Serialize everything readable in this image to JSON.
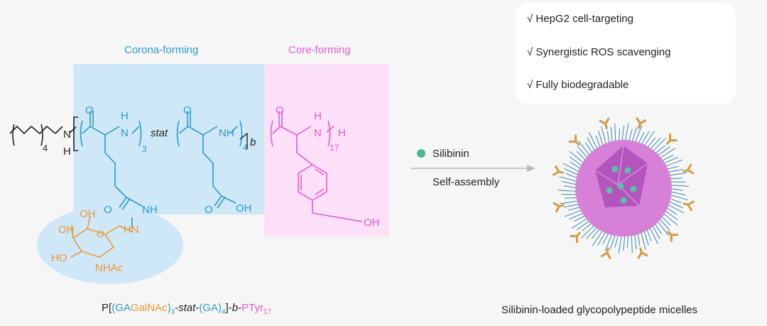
{
  "labels": {
    "corona": "Corona-forming",
    "core": "Core-forming",
    "silibinin": "Silibinin",
    "self_assembly": "Self-assembly",
    "micelle_caption": "Silibinin-loaded glycopolypeptide micelles"
  },
  "properties": [
    "√ HepG2 cell-targeting",
    "√  Synergistic ROS scavenging",
    "√  Fully biodegradable"
  ],
  "formula": {
    "p_open": "P[",
    "paren_open": "(",
    "ga": "GA",
    "galnac": "GalNAc",
    "paren_close": ")",
    "sub3": "3",
    "dash1": "-",
    "stat": "stat",
    "dash2": "-",
    "ga4": "(GA)",
    "sub4": "4",
    "close_b": "]-",
    "b": "b",
    "dash3": "-",
    "ptyr": "PTyr",
    "sub17": "17"
  },
  "structure": {
    "n4": "4",
    "N": "N",
    "H": "H",
    "O": "O",
    "sub3": "3",
    "stat": "stat",
    "sub4": "4",
    "b": "b",
    "sub17": "17",
    "OH": "OH",
    "NH": "NH",
    "HN": "HN",
    "HO": "HO",
    "NHAc": "NHAc"
  },
  "colors": {
    "blue": "#2b9cc4",
    "pink": "#e25bd2",
    "orange": "#e79a3b",
    "corona_bg": "#cfe8f7",
    "core_bg": "#fbe0f7",
    "teal_dot": "#4fb596"
  }
}
